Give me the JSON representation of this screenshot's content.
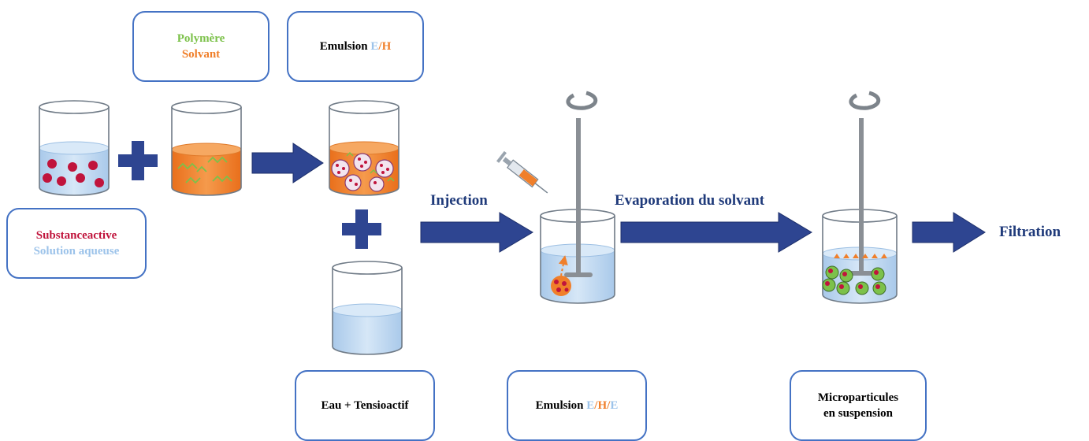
{
  "boxes": {
    "polymer_solvent": {
      "line1": "Polymère",
      "line2": "Solvant"
    },
    "emulsion_eh": {
      "prefix": "Emulsion ",
      "e": "E",
      "slash": "/",
      "h": "H"
    },
    "substance": {
      "line1": "Substanceactive",
      "line2": "Solution aqueuse"
    },
    "water": {
      "text": "Eau + Tensioactif"
    },
    "emulsion_ehe": {
      "prefix": "Emulsion ",
      "e1": "E",
      "slash1": "/",
      "h": "H",
      "slash2": "/",
      "e2": "E"
    },
    "micro": {
      "line1": "Microparticules",
      "line2": "en suspension"
    }
  },
  "steps": {
    "injection": "Injection",
    "evaporation": "Evaporation du solvant",
    "filtration": "Filtration"
  },
  "colors": {
    "box_border": "#4472c4",
    "arrow": "#2e4591",
    "aqueous": "#bcd7ef",
    "organic": "#f07f2a",
    "active": "#c0143c",
    "polymer": "#7cc14a",
    "label": "#1f3a7a"
  }
}
